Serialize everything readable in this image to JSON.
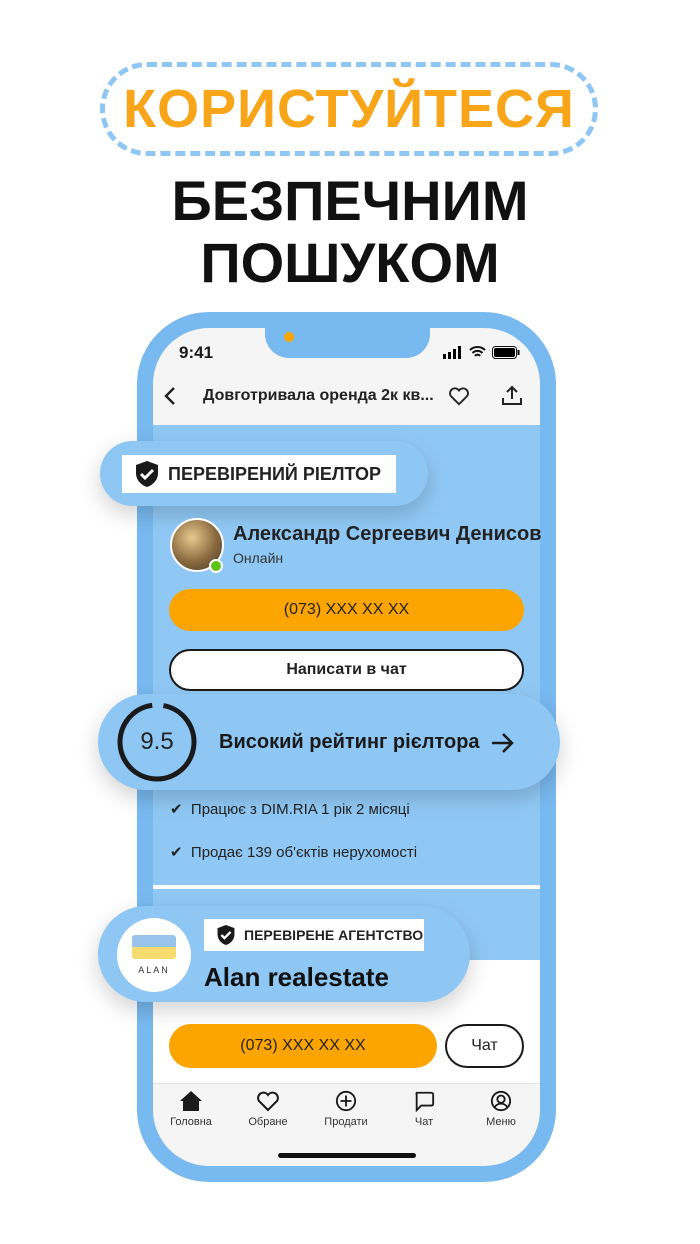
{
  "headline": {
    "line1": "КОРИСТУЙТЕСЯ",
    "line2": "БЕЗПЕЧНИМ",
    "line3": "ПОШУКОМ"
  },
  "colors": {
    "accent": "#f9a51a",
    "button": "#fca500",
    "frame": "#78b9ef",
    "panel": "#8ec6f4"
  },
  "status_bar": {
    "time": "9:41"
  },
  "header": {
    "title": "Довготривала оренда 2к кв..."
  },
  "realtor": {
    "badge": "ПЕРЕВІРЕНИЙ РІЕЛТОР",
    "name": "Александр Сергеевич Денисов",
    "status": "Онлайн",
    "phone_button": "(073) XXX XX XX",
    "chat_button": "Написати в чат"
  },
  "rating": {
    "value": "9.5",
    "score": 9.5,
    "max": 10,
    "label": "Високий рейтинг рієлтора"
  },
  "facts": [
    "Працює з DIM.RIA 1 рік 2 місяці",
    "Продає 139 об'єктів нерухомості"
  ],
  "agency": {
    "badge": "ПЕРЕВІРЕНЕ АГЕНТСТВО",
    "name": "Alan realestate",
    "logo_text": "ALAN",
    "phone_button": "(073) XXX XX XX",
    "chat_button": "Чат"
  },
  "nav": [
    {
      "label": "Головна",
      "icon": "home-icon"
    },
    {
      "label": "Обране",
      "icon": "heart-icon"
    },
    {
      "label": "Продати",
      "icon": "plus-circle-icon"
    },
    {
      "label": "Чат",
      "icon": "chat-icon"
    },
    {
      "label": "Меню",
      "icon": "user-icon"
    }
  ]
}
